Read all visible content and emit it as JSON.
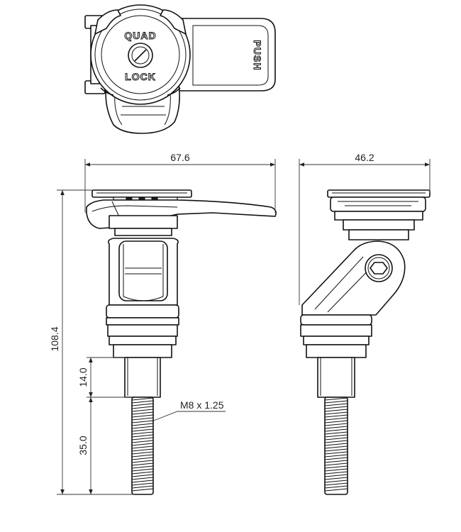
{
  "brand": {
    "logo_top": "QUAD",
    "logo_bottom": "LOCK",
    "push_label": "PUSH"
  },
  "dimensions": {
    "width_front": "67.6",
    "width_side": "46.2",
    "total_height": "108.4",
    "shaft_length": "14.0",
    "thread_length": "35.0",
    "thread_spec": "M8 x 1.25"
  }
}
